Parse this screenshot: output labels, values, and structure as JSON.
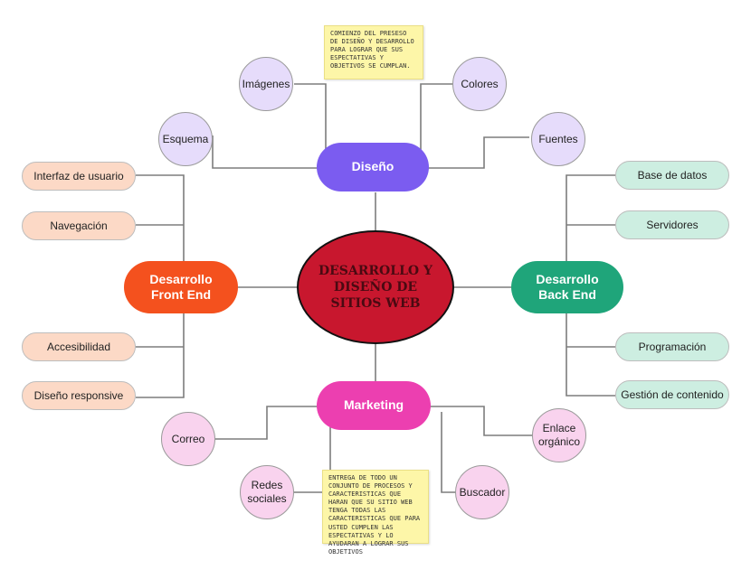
{
  "center": {
    "title": "DESARROLLO Y DISEÑO DE SITIOS WEB"
  },
  "branches": {
    "diseno": "Diseño",
    "frontend": "Desarrollo Front End",
    "backend": "Desarrollo Back End",
    "marketing": "Marketing"
  },
  "diseno_children": [
    "Imágenes",
    "Esquema",
    "Colores",
    "Fuentes"
  ],
  "frontend_children": [
    "Interfaz de usuario",
    "Navegación",
    "Accesibilidad",
    "Diseño responsive"
  ],
  "backend_children": [
    "Base de datos",
    "Servidores",
    "Programación",
    "Gestión de contenido"
  ],
  "marketing_children": [
    "Correo",
    "Redes sociales",
    "Enlace orgánico",
    "Buscador"
  ],
  "notes": {
    "top": "COMIENZO DEL PRESESO DE DISEÑO Y DESARROLLO PARA LOGRAR QUE SUS ESPECTATIVAS Y OBJETIVOS SE CUMPLAN.",
    "bottom": "ENTREGA DE TODO UN CONJUNTO DE PROCESOS Y CARACTERISTICAS QUE HARAN QUE SU SITIO WEB TENGA TODAS LAS CARACTERISTICAS QUE PARA USTED CUMPLEN LAS ESPECTATIVAS Y LO AYUDARAN A LOGRAR SUS OBJETIVOS"
  },
  "colors": {
    "diseno": "#7b5cf0",
    "frontend": "#f4511e",
    "backend": "#1fa57a",
    "marketing": "#ec3fb0",
    "center": "#c8172e",
    "lavender": "#e6dcfb",
    "peach": "#fcd9c6",
    "mint": "#cdeee1",
    "pink": "#f9d3ee",
    "note": "#fdf6a8"
  }
}
